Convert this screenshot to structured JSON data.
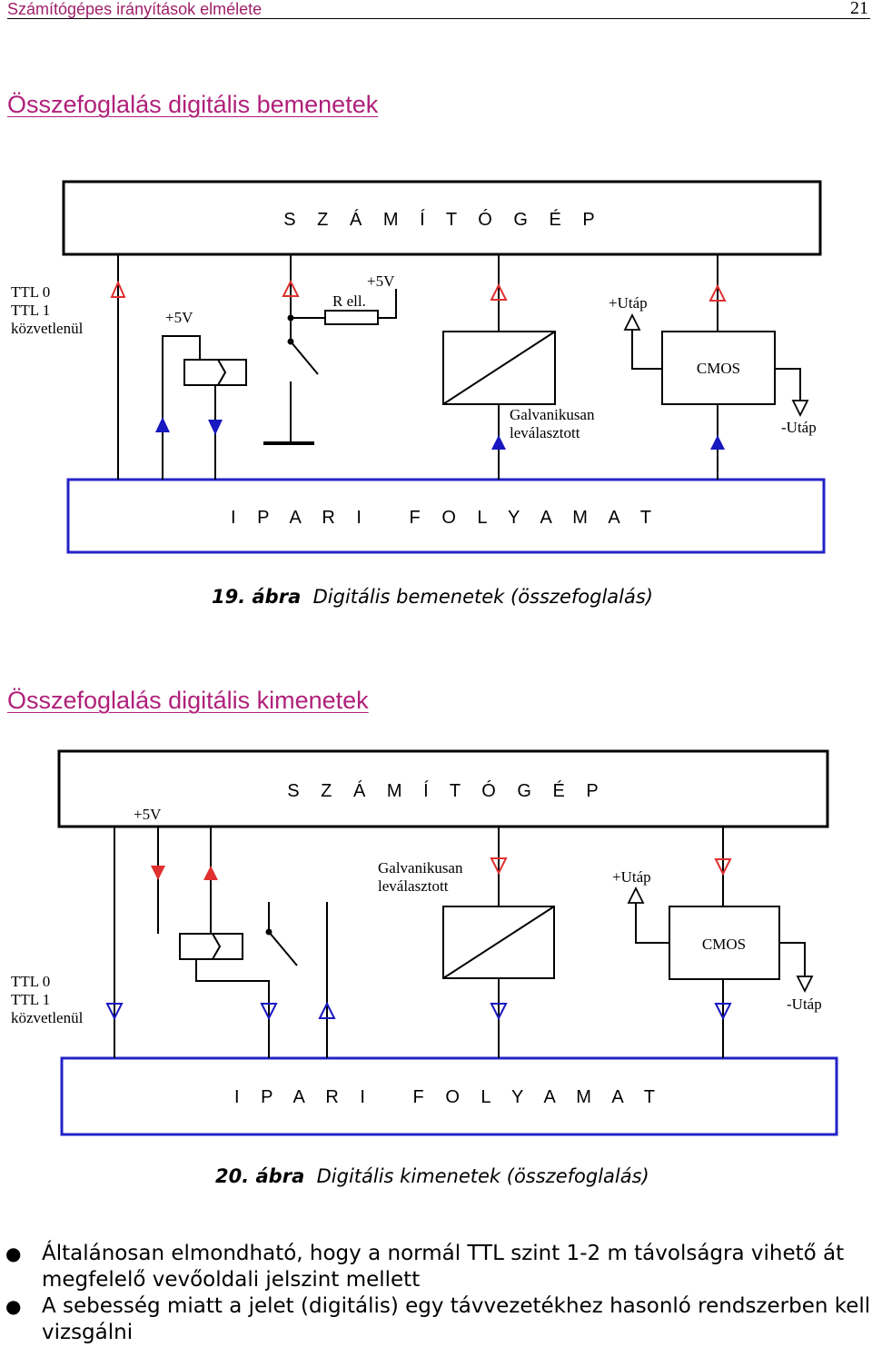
{
  "header": {
    "title": "Számítógépes irányítások elmélete",
    "page_number": "21"
  },
  "section1": {
    "heading": "Összefoglalás digitális bemenetek",
    "computer_label": "S Z Á M Í T Ó G É P",
    "process_label": "I P A R I   F O L Y A M A T",
    "ttl_lines": [
      "TTL 0",
      "TTL 1",
      "közvetlenül"
    ],
    "plus5v_a": "+5V",
    "plus5v_b": "+5V",
    "rell": "R ell.",
    "utap_plus": "+Utáp",
    "cmos": "CMOS",
    "galv_lines": [
      "Galvanikusan",
      "leválasztott"
    ],
    "utap_minus": "-Utáp",
    "caption_num": "19. ábra",
    "caption_text": "Digitális bemenetek (összefoglalás)"
  },
  "section2": {
    "heading": "Összefoglalás digitális kimenetek",
    "computer_label": "S Z Á M Í T Ó G É P",
    "process_label": "I P A R I   F O L Y A M A T",
    "plus5v": "+5V",
    "galv_lines": [
      "Galvanikusan",
      "leválasztott"
    ],
    "utap_plus": "+Utáp",
    "cmos": "CMOS",
    "ttl_lines": [
      "TTL 0",
      "TTL 1",
      "közvetlenül"
    ],
    "utap_minus": "-Utáp",
    "caption_num": "20. ábra",
    "caption_text": "Digitális kimenetek (összefoglalás)"
  },
  "bullets": [
    "Általánosan elmondható, hogy a normál TTL szint 1-2 m távolságra vihető át megfelelő vevőoldali jelszint mellett",
    "A sebesség miatt a jelet (digitális) egy távvezetékhez hasonló rendszerben kell vizsgálni"
  ],
  "colors": {
    "heading": "#b0207a",
    "process_border": "#2323c8",
    "marker_red": "#e03030",
    "marker_blue": "#1818c0"
  }
}
